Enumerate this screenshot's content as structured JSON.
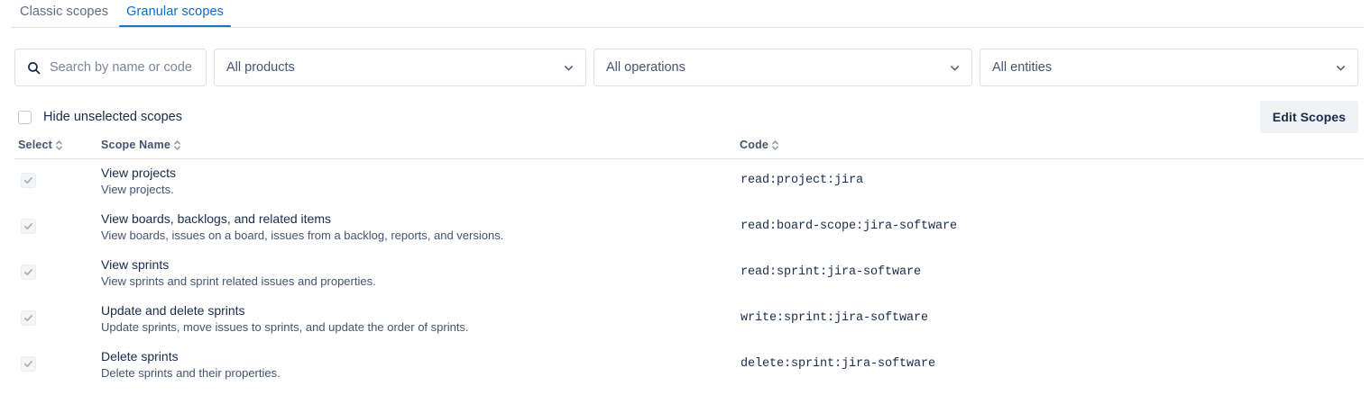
{
  "tabs": [
    {
      "label": "Classic scopes",
      "active": false
    },
    {
      "label": "Granular scopes",
      "active": true
    }
  ],
  "filters": {
    "search": {
      "value": "",
      "placeholder": "Search by name or code",
      "icon": "search-icon"
    },
    "products": {
      "value": "All products",
      "icon": "chevron-down-icon"
    },
    "operations": {
      "value": "All operations",
      "icon": "chevron-down-icon"
    },
    "entities": {
      "value": "All entities",
      "icon": "chevron-down-icon"
    }
  },
  "hide_unselected": {
    "label": "Hide unselected scopes",
    "checked": false
  },
  "edit_scopes_label": "Edit Scopes",
  "table": {
    "columns": [
      {
        "label": "Select",
        "sortable": true
      },
      {
        "label": "Scope Name",
        "sortable": true
      },
      {
        "label": "Code",
        "sortable": true
      }
    ],
    "rows": [
      {
        "selected": true,
        "name": "View projects",
        "description": "View projects.",
        "code": "read:project:jira"
      },
      {
        "selected": true,
        "name": "View boards, backlogs, and related items",
        "description": "View boards, issues on a board, issues from a backlog, reports, and versions.",
        "code": "read:board-scope:jira-software"
      },
      {
        "selected": true,
        "name": "View sprints",
        "description": "View sprints and sprint related issues and properties.",
        "code": "read:sprint:jira-software"
      },
      {
        "selected": true,
        "name": "Update and delete sprints",
        "description": "Update sprints, move issues to sprints, and update the order of sprints.",
        "code": "write:sprint:jira-software"
      },
      {
        "selected": true,
        "name": "Delete sprints",
        "description": "Delete sprints and their properties.",
        "code": "delete:sprint:jira-software"
      }
    ]
  },
  "colors": {
    "tab_active": "#0B6BCB",
    "tab_underline": "#1A73C8",
    "tab_inactive": "#5E6C84",
    "text_primary": "#172B4D",
    "text_secondary": "#44546F",
    "border": "#DFE1E6",
    "button_bg": "#F1F2F4"
  }
}
